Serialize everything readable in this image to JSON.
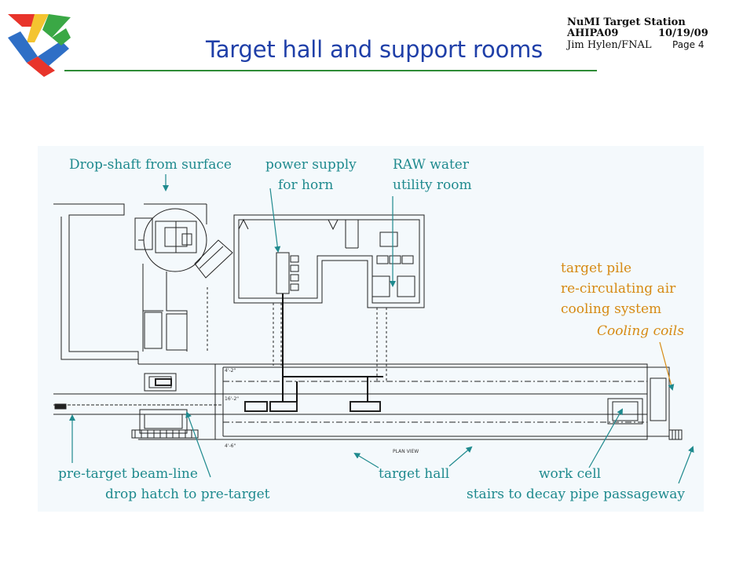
{
  "header": {
    "title": "Target hall and support rooms",
    "line1": "NuMI Target Station",
    "line2_left": "AHIPA09",
    "line2_right": "10/19/09",
    "line3_left": "Jim Hylen/FNAL",
    "line3_right": "Page 4"
  },
  "logo": {
    "icon": "numi-tricolor-logo-icon",
    "colors": [
      "#e8342b",
      "#2f6fc6",
      "#3aa845",
      "#f4c430"
    ]
  },
  "diagram": {
    "labels": {
      "drop_shaft": "Drop-shaft from surface",
      "power_supply_1": "power supply",
      "power_supply_2": "for horn",
      "raw_water_1": "RAW water",
      "raw_water_2": "utility room",
      "target_pile_1": "target pile",
      "target_pile_2": "re-circulating air",
      "target_pile_3": "cooling system",
      "cooling_coils": "Cooling coils",
      "pre_target": "pre-target beam-line",
      "drop_hatch": "drop hatch to pre-target",
      "target_hall": "target hall",
      "work_cell": "work cell",
      "stairs": "stairs to decay pipe passageway",
      "plan_view": "PLAN VIEW"
    },
    "colors": {
      "label": "#1f8a8e",
      "cooling": "#d68a13",
      "drawing": "#222222",
      "background": "#f4f9fc"
    }
  }
}
